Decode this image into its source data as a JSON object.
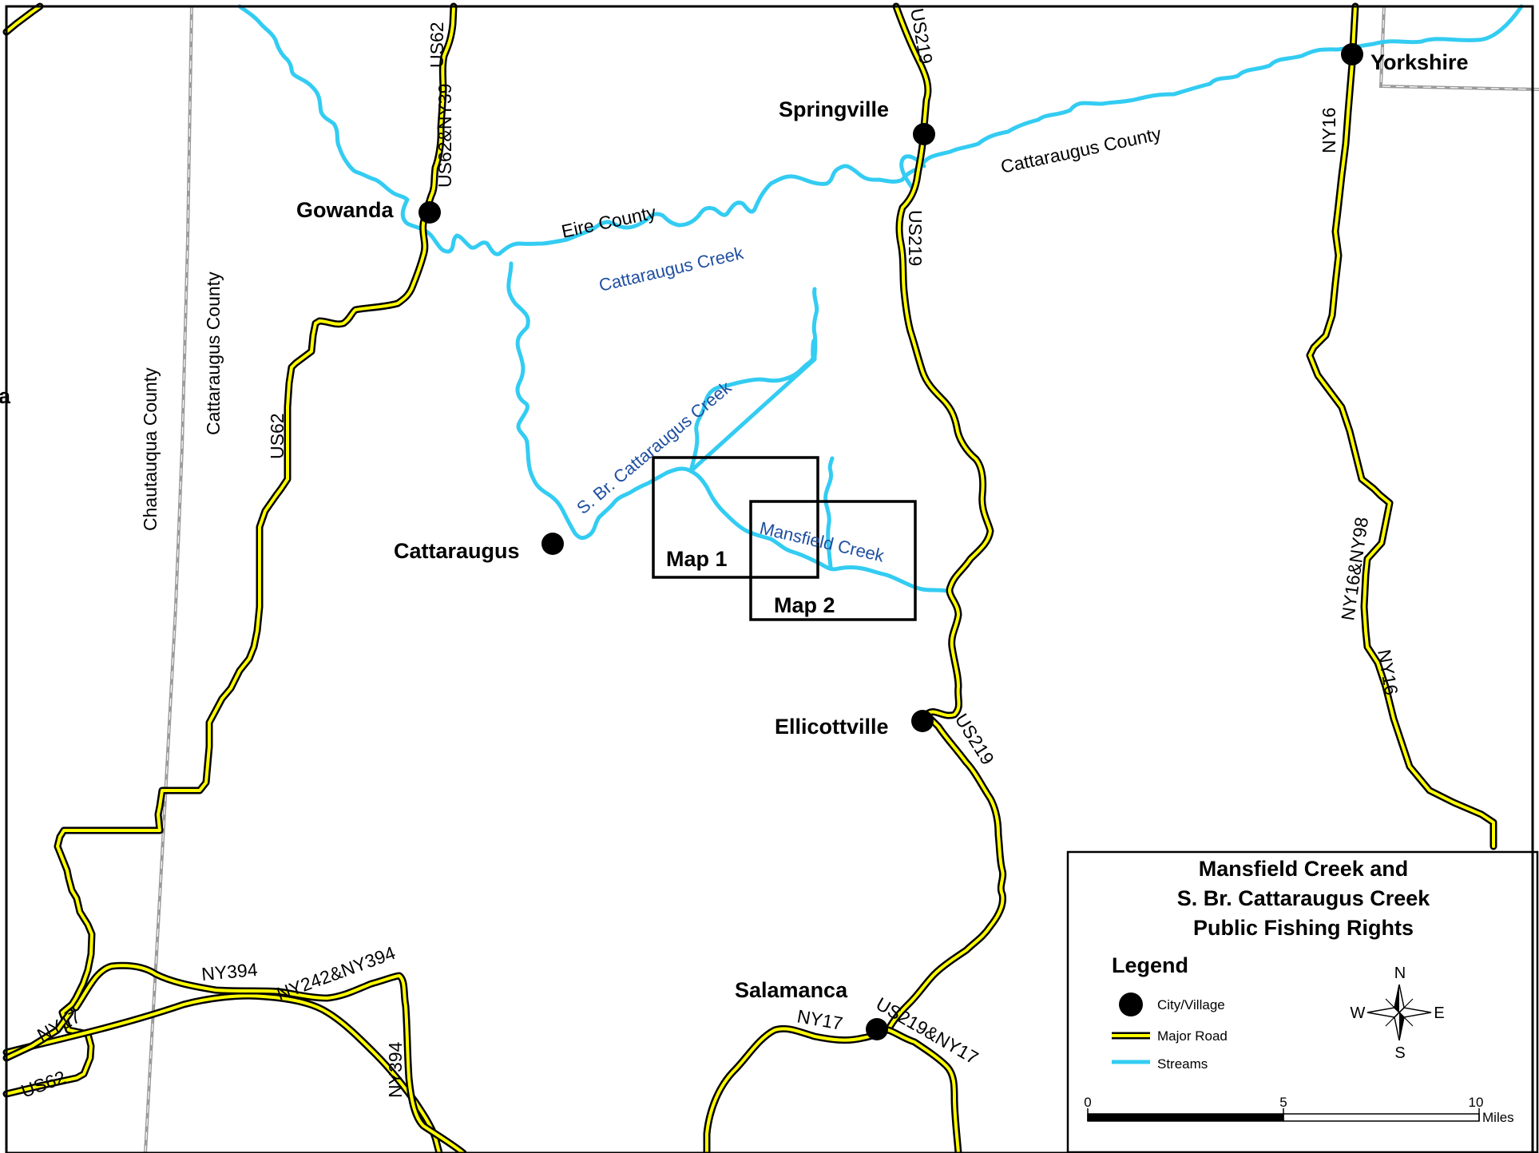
{
  "cities": [
    {
      "name": "Yorkshire"
    },
    {
      "name": "Springville"
    },
    {
      "name": "Gowanda"
    },
    {
      "name": "Cattaraugus"
    },
    {
      "name": "Ellicottville"
    },
    {
      "name": "Salamanca"
    }
  ],
  "road_labels": [
    "US62",
    "US62&NY39",
    "US219",
    "US219",
    "US219",
    "NY16",
    "NY16&NY98",
    "NY16",
    "US62",
    "NY394",
    "NY242&NY394",
    "NY394",
    "NY17",
    "US62",
    "NY17",
    "US219&NY17"
  ],
  "county_labels": [
    "Chautauqua County",
    "Cattaraugus County",
    "Eire County",
    "Cattaraugus County"
  ],
  "stream_labels": [
    "Cattaraugus Creek",
    "S. Br. Cattaraugus Creek",
    "Mansfield Creek"
  ],
  "map_insets": [
    "Map 1",
    "Map 2"
  ],
  "edge_glyph": "a",
  "legend": {
    "title_lines": [
      "Mansfield Creek and",
      "S. Br. Cattaraugus Creek",
      "Public Fishing Rights"
    ],
    "heading": "Legend",
    "items": [
      "City/Village",
      "Major Road",
      "Streams"
    ],
    "compass": {
      "n": "N",
      "s": "S",
      "e": "E",
      "w": "W"
    },
    "scale": {
      "ticks": [
        "0",
        "5",
        "10"
      ],
      "unit": "Miles"
    }
  },
  "colors": {
    "road_fill": "#ffff00",
    "road_casing": "#000000",
    "stream": "#33ccf2",
    "county_line": "#9a9a9a",
    "stream_label": "#1f4fa0"
  }
}
